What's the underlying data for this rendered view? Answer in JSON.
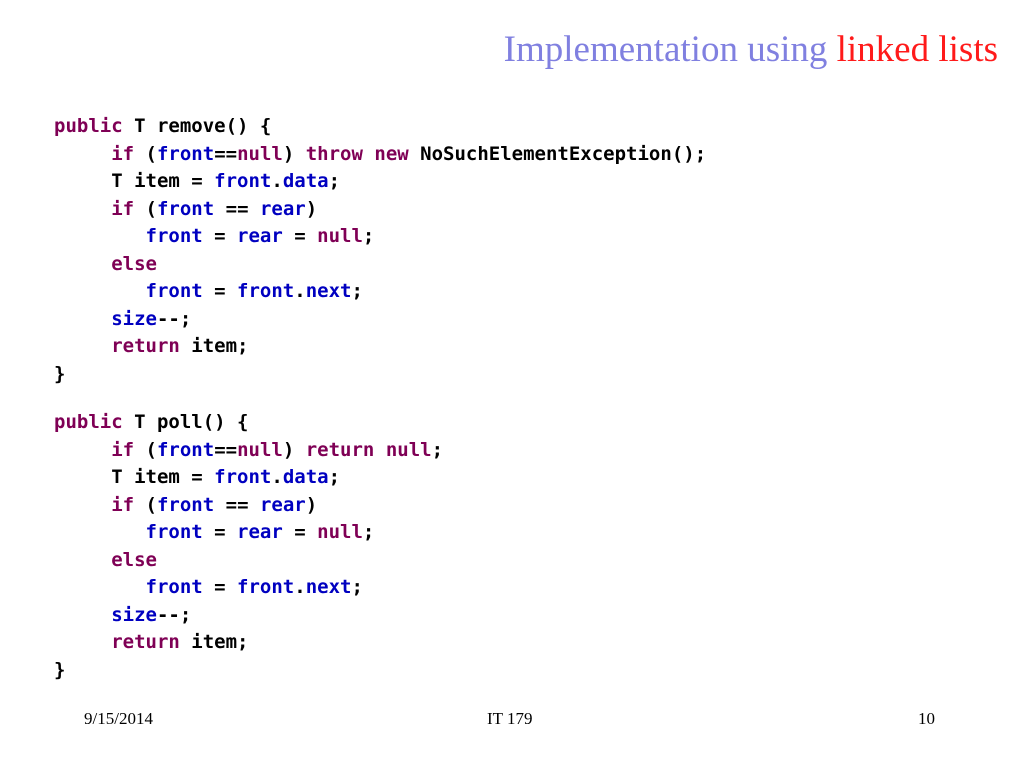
{
  "slide": {
    "title_part1": "Implementation using ",
    "title_part2": "linked lists",
    "colors": {
      "title_part1": "#8080e0",
      "title_part2": "#ff1a1a",
      "keyword": "#7f0055",
      "field": "#0000c0",
      "text": "#000000"
    }
  },
  "code": {
    "remove": [
      [
        {
          "t": "public",
          "c": "kw"
        },
        {
          "t": " T remove() {",
          "c": ""
        }
      ],
      [
        {
          "t": "     ",
          "c": ""
        },
        {
          "t": "if",
          "c": "kw"
        },
        {
          "t": " (",
          "c": ""
        },
        {
          "t": "front",
          "c": "fld"
        },
        {
          "t": "==",
          "c": ""
        },
        {
          "t": "null",
          "c": "kw"
        },
        {
          "t": ") ",
          "c": ""
        },
        {
          "t": "throw",
          "c": "kw"
        },
        {
          "t": " ",
          "c": ""
        },
        {
          "t": "new",
          "c": "kw"
        },
        {
          "t": " NoSuchElementException();",
          "c": ""
        }
      ],
      [
        {
          "t": "     T item = ",
          "c": ""
        },
        {
          "t": "front",
          "c": "fld"
        },
        {
          "t": ".",
          "c": ""
        },
        {
          "t": "data",
          "c": "fld"
        },
        {
          "t": ";",
          "c": ""
        }
      ],
      [
        {
          "t": "     ",
          "c": ""
        },
        {
          "t": "if",
          "c": "kw"
        },
        {
          "t": " (",
          "c": ""
        },
        {
          "t": "front",
          "c": "fld"
        },
        {
          "t": " == ",
          "c": ""
        },
        {
          "t": "rear",
          "c": "fld"
        },
        {
          "t": ")",
          "c": ""
        }
      ],
      [
        {
          "t": "        ",
          "c": ""
        },
        {
          "t": "front",
          "c": "fld"
        },
        {
          "t": " = ",
          "c": ""
        },
        {
          "t": "rear",
          "c": "fld"
        },
        {
          "t": " = ",
          "c": ""
        },
        {
          "t": "null",
          "c": "kw"
        },
        {
          "t": ";",
          "c": ""
        }
      ],
      [
        {
          "t": "     ",
          "c": ""
        },
        {
          "t": "else",
          "c": "kw"
        }
      ],
      [
        {
          "t": "        ",
          "c": ""
        },
        {
          "t": "front",
          "c": "fld"
        },
        {
          "t": " = ",
          "c": ""
        },
        {
          "t": "front",
          "c": "fld"
        },
        {
          "t": ".",
          "c": ""
        },
        {
          "t": "next",
          "c": "fld"
        },
        {
          "t": ";",
          "c": ""
        }
      ],
      [
        {
          "t": "     ",
          "c": ""
        },
        {
          "t": "size",
          "c": "fld"
        },
        {
          "t": "--;",
          "c": ""
        }
      ],
      [
        {
          "t": "     ",
          "c": ""
        },
        {
          "t": "return",
          "c": "kw"
        },
        {
          "t": " item;",
          "c": ""
        }
      ],
      [
        {
          "t": "}",
          "c": ""
        }
      ]
    ],
    "poll": [
      [
        {
          "t": "public",
          "c": "kw"
        },
        {
          "t": " T poll() {",
          "c": ""
        }
      ],
      [
        {
          "t": "     ",
          "c": ""
        },
        {
          "t": "if",
          "c": "kw"
        },
        {
          "t": " (",
          "c": ""
        },
        {
          "t": "front",
          "c": "fld"
        },
        {
          "t": "==",
          "c": ""
        },
        {
          "t": "null",
          "c": "kw"
        },
        {
          "t": ") ",
          "c": ""
        },
        {
          "t": "return",
          "c": "kw"
        },
        {
          "t": " ",
          "c": ""
        },
        {
          "t": "null",
          "c": "kw"
        },
        {
          "t": ";",
          "c": ""
        }
      ],
      [
        {
          "t": "     T item = ",
          "c": ""
        },
        {
          "t": "front",
          "c": "fld"
        },
        {
          "t": ".",
          "c": ""
        },
        {
          "t": "data",
          "c": "fld"
        },
        {
          "t": ";",
          "c": ""
        }
      ],
      [
        {
          "t": "     ",
          "c": ""
        },
        {
          "t": "if",
          "c": "kw"
        },
        {
          "t": " (",
          "c": ""
        },
        {
          "t": "front",
          "c": "fld"
        },
        {
          "t": " == ",
          "c": ""
        },
        {
          "t": "rear",
          "c": "fld"
        },
        {
          "t": ")",
          "c": ""
        }
      ],
      [
        {
          "t": "        ",
          "c": ""
        },
        {
          "t": "front",
          "c": "fld"
        },
        {
          "t": " = ",
          "c": ""
        },
        {
          "t": "rear",
          "c": "fld"
        },
        {
          "t": " = ",
          "c": ""
        },
        {
          "t": "null",
          "c": "kw"
        },
        {
          "t": ";",
          "c": ""
        }
      ],
      [
        {
          "t": "     ",
          "c": ""
        },
        {
          "t": "else",
          "c": "kw"
        }
      ],
      [
        {
          "t": "        ",
          "c": ""
        },
        {
          "t": "front",
          "c": "fld"
        },
        {
          "t": " = ",
          "c": ""
        },
        {
          "t": "front",
          "c": "fld"
        },
        {
          "t": ".",
          "c": ""
        },
        {
          "t": "next",
          "c": "fld"
        },
        {
          "t": ";",
          "c": ""
        }
      ],
      [
        {
          "t": "     ",
          "c": ""
        },
        {
          "t": "size",
          "c": "fld"
        },
        {
          "t": "--;",
          "c": ""
        }
      ],
      [
        {
          "t": "     ",
          "c": ""
        },
        {
          "t": "return",
          "c": "kw"
        },
        {
          "t": " item;",
          "c": ""
        }
      ],
      [
        {
          "t": "}",
          "c": ""
        }
      ]
    ]
  },
  "footer": {
    "date": "9/15/2014",
    "course": "IT 179",
    "page": "10"
  }
}
